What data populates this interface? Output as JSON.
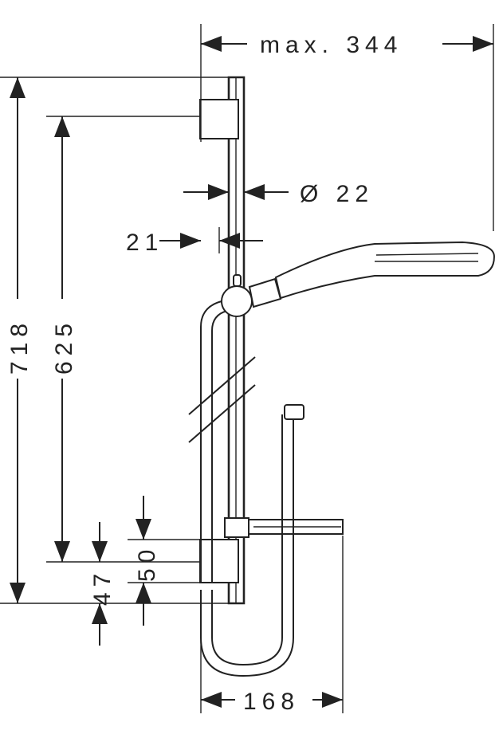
{
  "dimensions": {
    "max_width": "max. 344",
    "bar_diameter": "Ø 22",
    "wall_offset": "21",
    "total_height": "718",
    "bracket_spacing": "625",
    "lower_bracket_height": "50",
    "bottom_offset": "47",
    "hose_holder_width": "168"
  }
}
